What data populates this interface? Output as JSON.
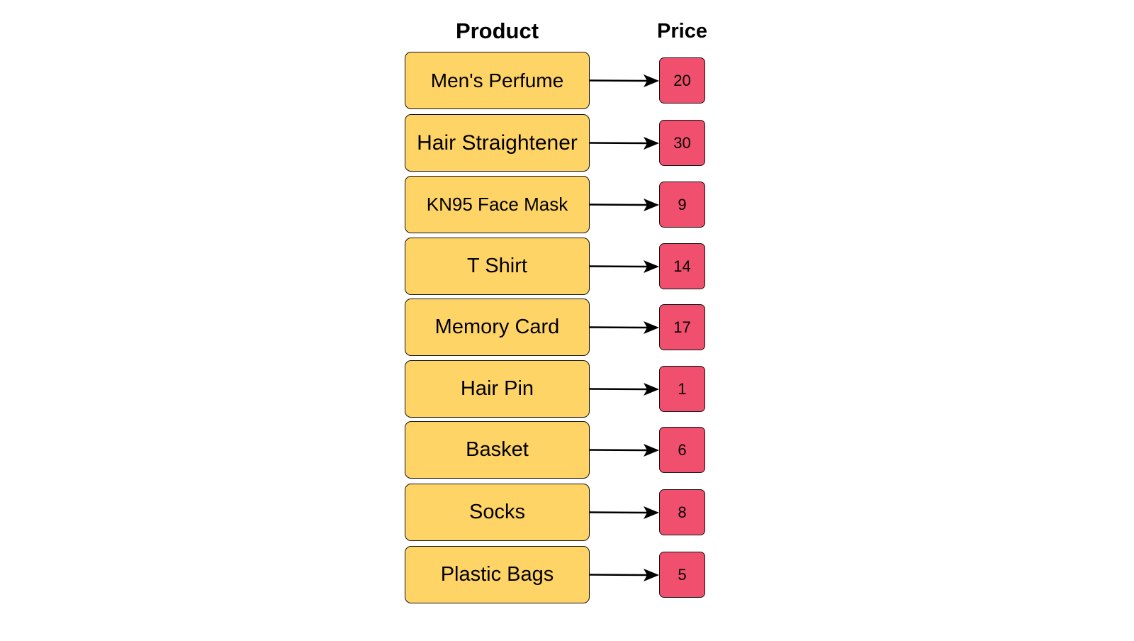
{
  "headers": {
    "product": "Product",
    "price": "Price"
  },
  "rows": [
    {
      "product": "Men's Perfume",
      "price": "20"
    },
    {
      "product": "Hair Straightener",
      "price": "30"
    },
    {
      "product": "KN95 Face Mask",
      "price": "9"
    },
    {
      "product": "T Shirt",
      "price": "14"
    },
    {
      "product": "Memory Card",
      "price": "17"
    },
    {
      "product": "Hair Pin",
      "price": "1"
    },
    {
      "product": "Basket",
      "price": "6"
    },
    {
      "product": "Socks",
      "price": "8"
    },
    {
      "product": "Plastic Bags",
      "price": "5"
    }
  ],
  "colors": {
    "product_fill": "#FFD466",
    "price_fill": "#F0506E"
  }
}
